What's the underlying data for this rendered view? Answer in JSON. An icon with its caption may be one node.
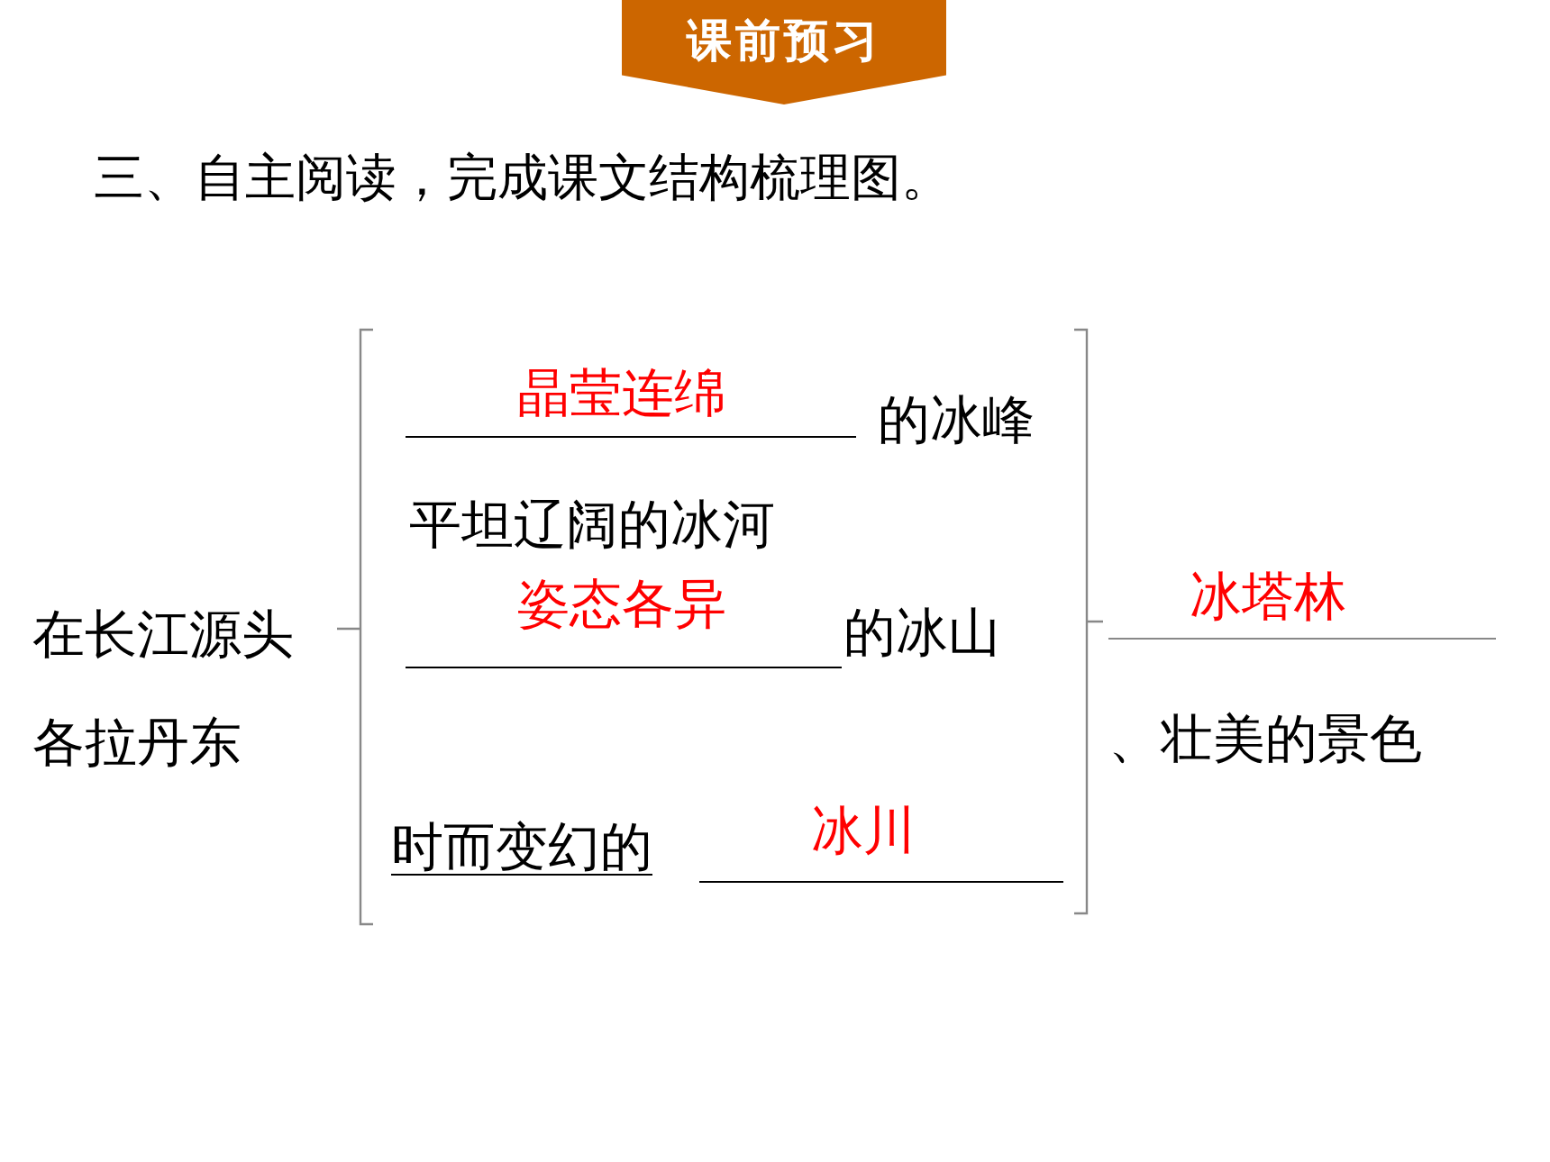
{
  "diagram": {
    "title": "三、自主阅读，完成课文结构梳理图。",
    "nodes": [
      {
        "text": [
          "课前预习"
        ]
      }
    ],
    "labels": [
      "晶莹连绵",
      "的冰峰",
      "平坦辽阔的冰河",
      "在长江源头各拉丹东",
      "姿态各异",
      "的冰山",
      "冰塔林",
      "、壮美的景色",
      "时而变幻的",
      "冰川"
    ]
  }
}
